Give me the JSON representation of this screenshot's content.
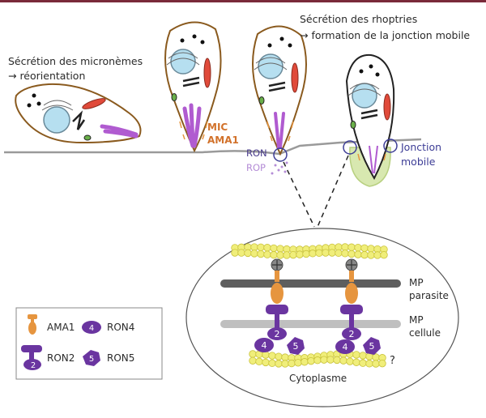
{
  "colors": {
    "top_bar": "#7a2a3a",
    "cell_outline": "#8a5a1e",
    "membrane_line": "#999999",
    "ama1": "#e6953f",
    "ron": "#6a35a0",
    "rop": "#b48cd6",
    "nucleus": "#b6dff0",
    "rhoptry": "#b05bd0",
    "micronemes_red": "#d23b2b",
    "actin": "#f0ee7a",
    "mp_parasite": "#5e5e5e",
    "mp_cell": "#bfbfbf",
    "junction_circle": "#3d3d96"
  },
  "labels": {
    "micronemes_line1": "Sécrétion des micronèmes",
    "micronemes_line2": "→ réorientation",
    "rhoptries_line1": "Sécrétion des rhoptries",
    "rhoptries_line2": "→ formation de la jonction mobile",
    "mic": "MIC",
    "ama1": "AMA1",
    "ron": "RON",
    "rop": "ROP",
    "jonction_line1": "Jonction",
    "jonction_line2": "mobile",
    "mp_parasite_line1": "MP",
    "mp_parasite_line2": "parasite",
    "mp_cell_line1": "MP",
    "mp_cell_line2": "cellule",
    "cytoplasme": "Cytoplasme",
    "question_mark": "?"
  },
  "legend": {
    "ama1": "AMA1",
    "ron2": "RON2",
    "ron4": "RON4",
    "ron5": "RON5",
    "ron4_num": "4",
    "ron5_num": "5",
    "ron2_num": "2"
  },
  "zoom_numbers": {
    "ron2_a": "2",
    "ron4_a": "4",
    "ron5_a": "5",
    "ron2_b": "2",
    "ron4_b": "4",
    "ron5_b": "5"
  }
}
